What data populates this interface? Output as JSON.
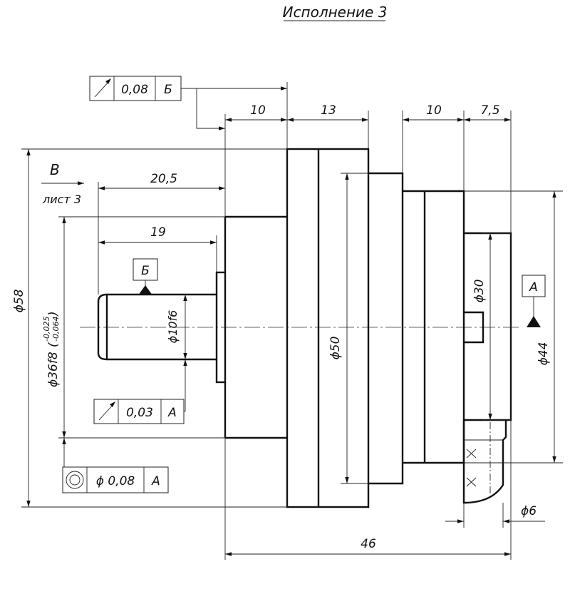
{
  "title": "Исполнение 3",
  "view": {
    "letter": "В",
    "sheet": "лист 3"
  },
  "dimensions": {
    "d10a": "10",
    "d13": "13",
    "d10b": "10",
    "d7_5": "7,5",
    "d20_5": "20,5",
    "d19": "19",
    "d46": "46",
    "dia58": "ϕ58",
    "dia36": "ϕ36f8",
    "tol_upper": "-0,025",
    "tol_lower": "-0,064",
    "dia10": "ϕ10f6",
    "dia50": "ϕ50",
    "dia30": "ϕ30",
    "dia44": "ϕ44",
    "dia6": "ϕ6"
  },
  "datums": {
    "b": "Б",
    "a": "А"
  },
  "tolerance_frames": [
    {
      "symbol": "runout-arrow-icon",
      "value": "0,08",
      "datum": "Б"
    },
    {
      "symbol": "runout-arrow-icon",
      "value": "0,03",
      "datum": "А"
    },
    {
      "symbol": "concentricity-icon",
      "value": "ϕ 0,08",
      "datum": "А"
    }
  ]
}
